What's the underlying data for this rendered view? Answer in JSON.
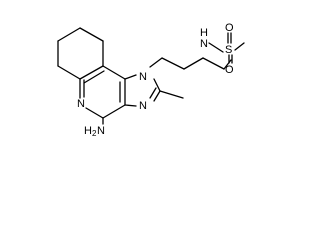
{
  "molecule": {
    "atoms": {
      "nh": "N",
      "h": "H",
      "s": "S",
      "o_upper": "O",
      "o_lower": "O",
      "n_imidazole_1": "N",
      "n_pyridine": "N",
      "n_imidazole_3": "N",
      "amine": "H",
      "amine_subscript": "2",
      "amine_n": "N"
    },
    "colors": {
      "bond": "#000000",
      "label": "#000000",
      "background": "#ffffff"
    }
  }
}
